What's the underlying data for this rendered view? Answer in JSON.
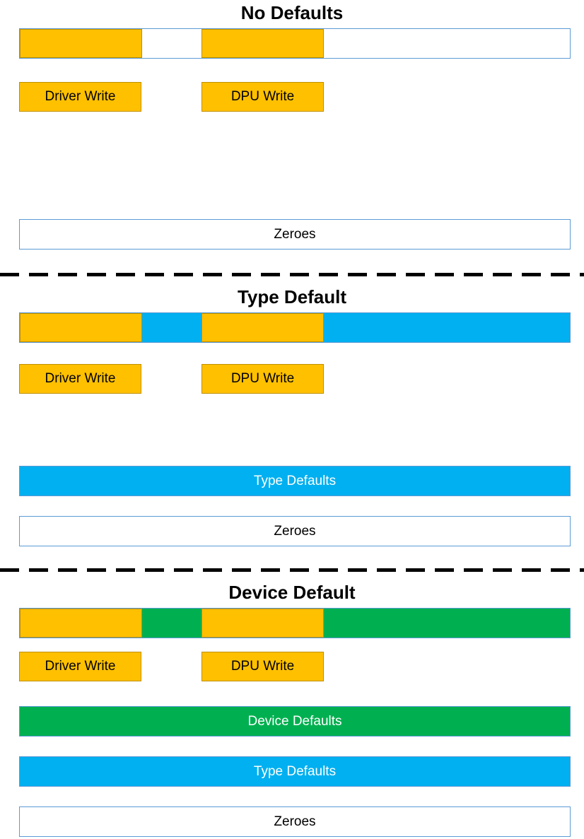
{
  "colors": {
    "write": "#FFC000",
    "write_border": "#BF9000",
    "type": "#00B0F0",
    "device": "#00B050",
    "blank": "#FFFFFF",
    "bar_border": "#5B9BD5",
    "divider": "#000000"
  },
  "sections": [
    {
      "title": "No Defaults",
      "driver_write_label": "Driver Write",
      "dpu_write_label": "DPU Write",
      "memory_bar": {
        "segments": [
          {
            "name": "driver-written-region",
            "color": "write",
            "width_pct": 22.18
          },
          {
            "name": "unwritten-region",
            "color": "blank",
            "width_pct": 10.9
          },
          {
            "name": "dpu-written-region",
            "color": "write",
            "width_pct": 22.18
          },
          {
            "name": "unwritten-region",
            "color": "blank",
            "width_pct": 44.74
          }
        ]
      },
      "layers": [
        {
          "name": "zeroes-bar",
          "label": "Zeroes",
          "color": "blank",
          "text_color": "#000000"
        }
      ]
    },
    {
      "title": "Type Default",
      "driver_write_label": "Driver Write",
      "dpu_write_label": "DPU Write",
      "memory_bar": {
        "segments": [
          {
            "name": "driver-written-region",
            "color": "write",
            "width_pct": 22.18
          },
          {
            "name": "type-default-region",
            "color": "type",
            "width_pct": 10.9
          },
          {
            "name": "dpu-written-region",
            "color": "write",
            "width_pct": 22.18
          },
          {
            "name": "type-default-region",
            "color": "type",
            "width_pct": 44.74
          }
        ]
      },
      "layers": [
        {
          "name": "type-defaults-bar",
          "label": "Type Defaults",
          "color": "type",
          "text_color": "#FFFFFF"
        },
        {
          "name": "zeroes-bar",
          "label": "Zeroes",
          "color": "blank",
          "text_color": "#000000"
        }
      ]
    },
    {
      "title": "Device Default",
      "driver_write_label": "Driver Write",
      "dpu_write_label": "DPU Write",
      "memory_bar": {
        "segments": [
          {
            "name": "driver-written-region",
            "color": "write",
            "width_pct": 22.18
          },
          {
            "name": "device-default-region",
            "color": "device",
            "width_pct": 10.9
          },
          {
            "name": "dpu-written-region",
            "color": "write",
            "width_pct": 22.18
          },
          {
            "name": "device-default-region",
            "color": "device",
            "width_pct": 44.74
          }
        ]
      },
      "layers": [
        {
          "name": "device-defaults-bar",
          "label": "Device Defaults",
          "color": "device",
          "text_color": "#FFFFFF"
        },
        {
          "name": "type-defaults-bar",
          "label": "Type Defaults",
          "color": "type",
          "text_color": "#FFFFFF"
        },
        {
          "name": "zeroes-bar",
          "label": "Zeroes",
          "color": "blank",
          "text_color": "#000000"
        }
      ]
    }
  ]
}
